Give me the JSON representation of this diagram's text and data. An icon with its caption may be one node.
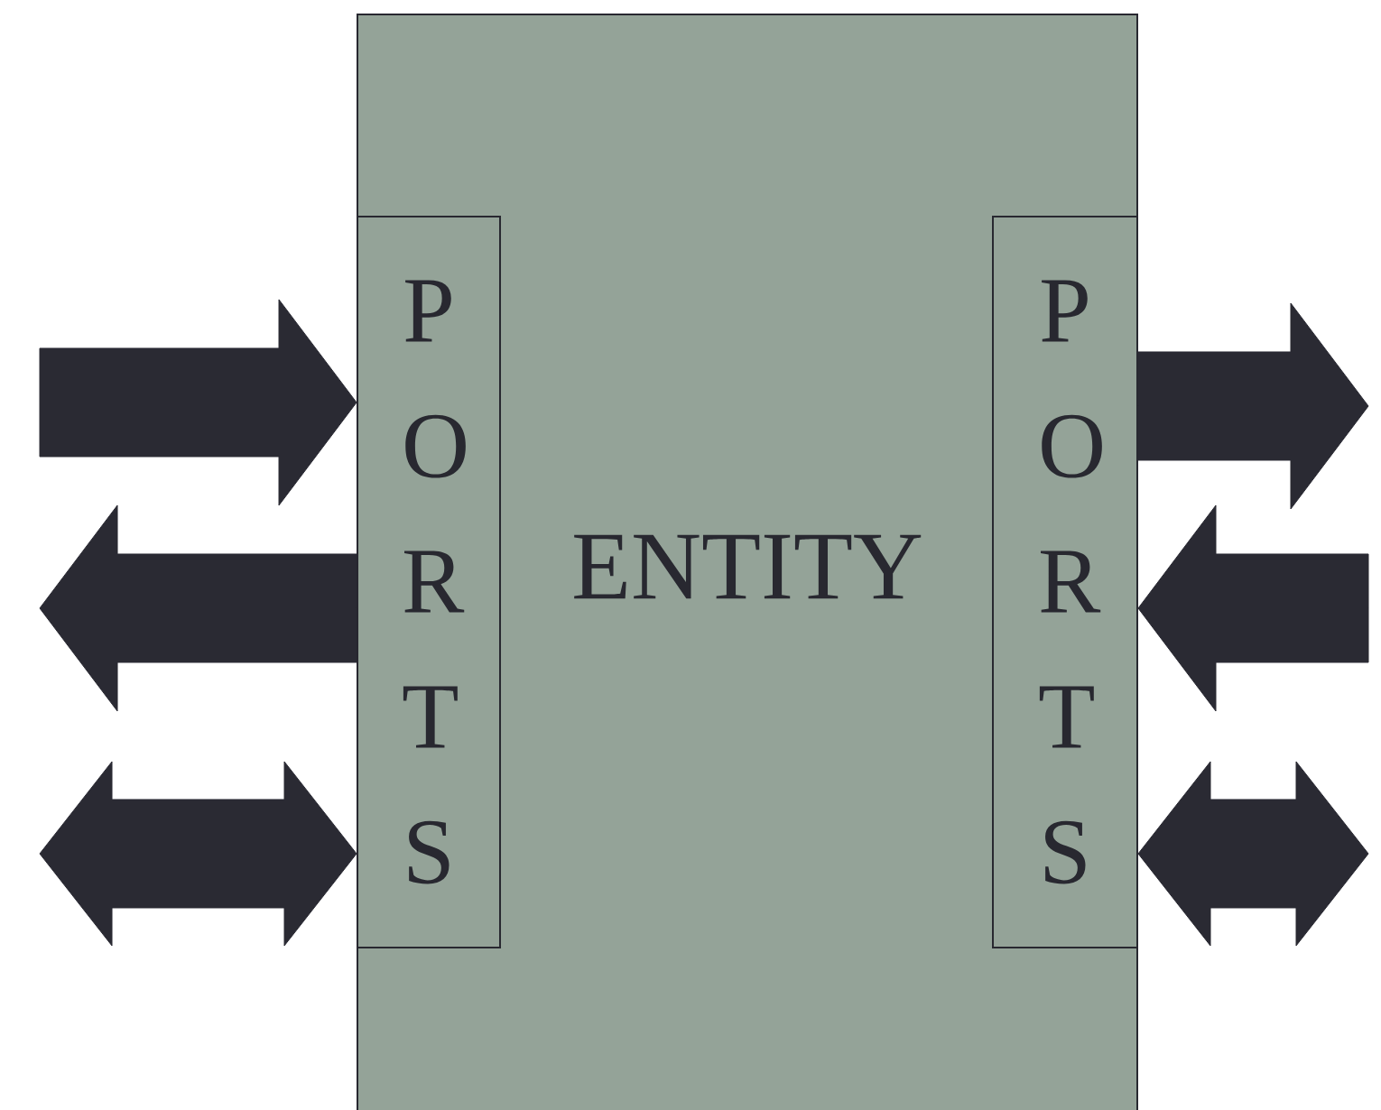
{
  "diagram": {
    "nodes": [
      {
        "text": [
          "ENTITY"
        ]
      },
      {
        "text": [
          "P O R T S"
        ],
        "in": 0
      },
      {
        "text": [
          "P O R T S"
        ],
        "in": 0
      }
    ],
    "edges": [
      {
        "from": null,
        "to": 1,
        "arrow": "to"
      },
      {
        "from": 1,
        "to": null,
        "arrow": "to"
      },
      {
        "from": null,
        "to": 1,
        "arrow": "both"
      },
      {
        "from": 2,
        "to": null,
        "arrow": "to"
      },
      {
        "from": null,
        "to": 2,
        "arrow": "to"
      },
      {
        "from": null,
        "to": 2,
        "arrow": "both"
      }
    ]
  }
}
